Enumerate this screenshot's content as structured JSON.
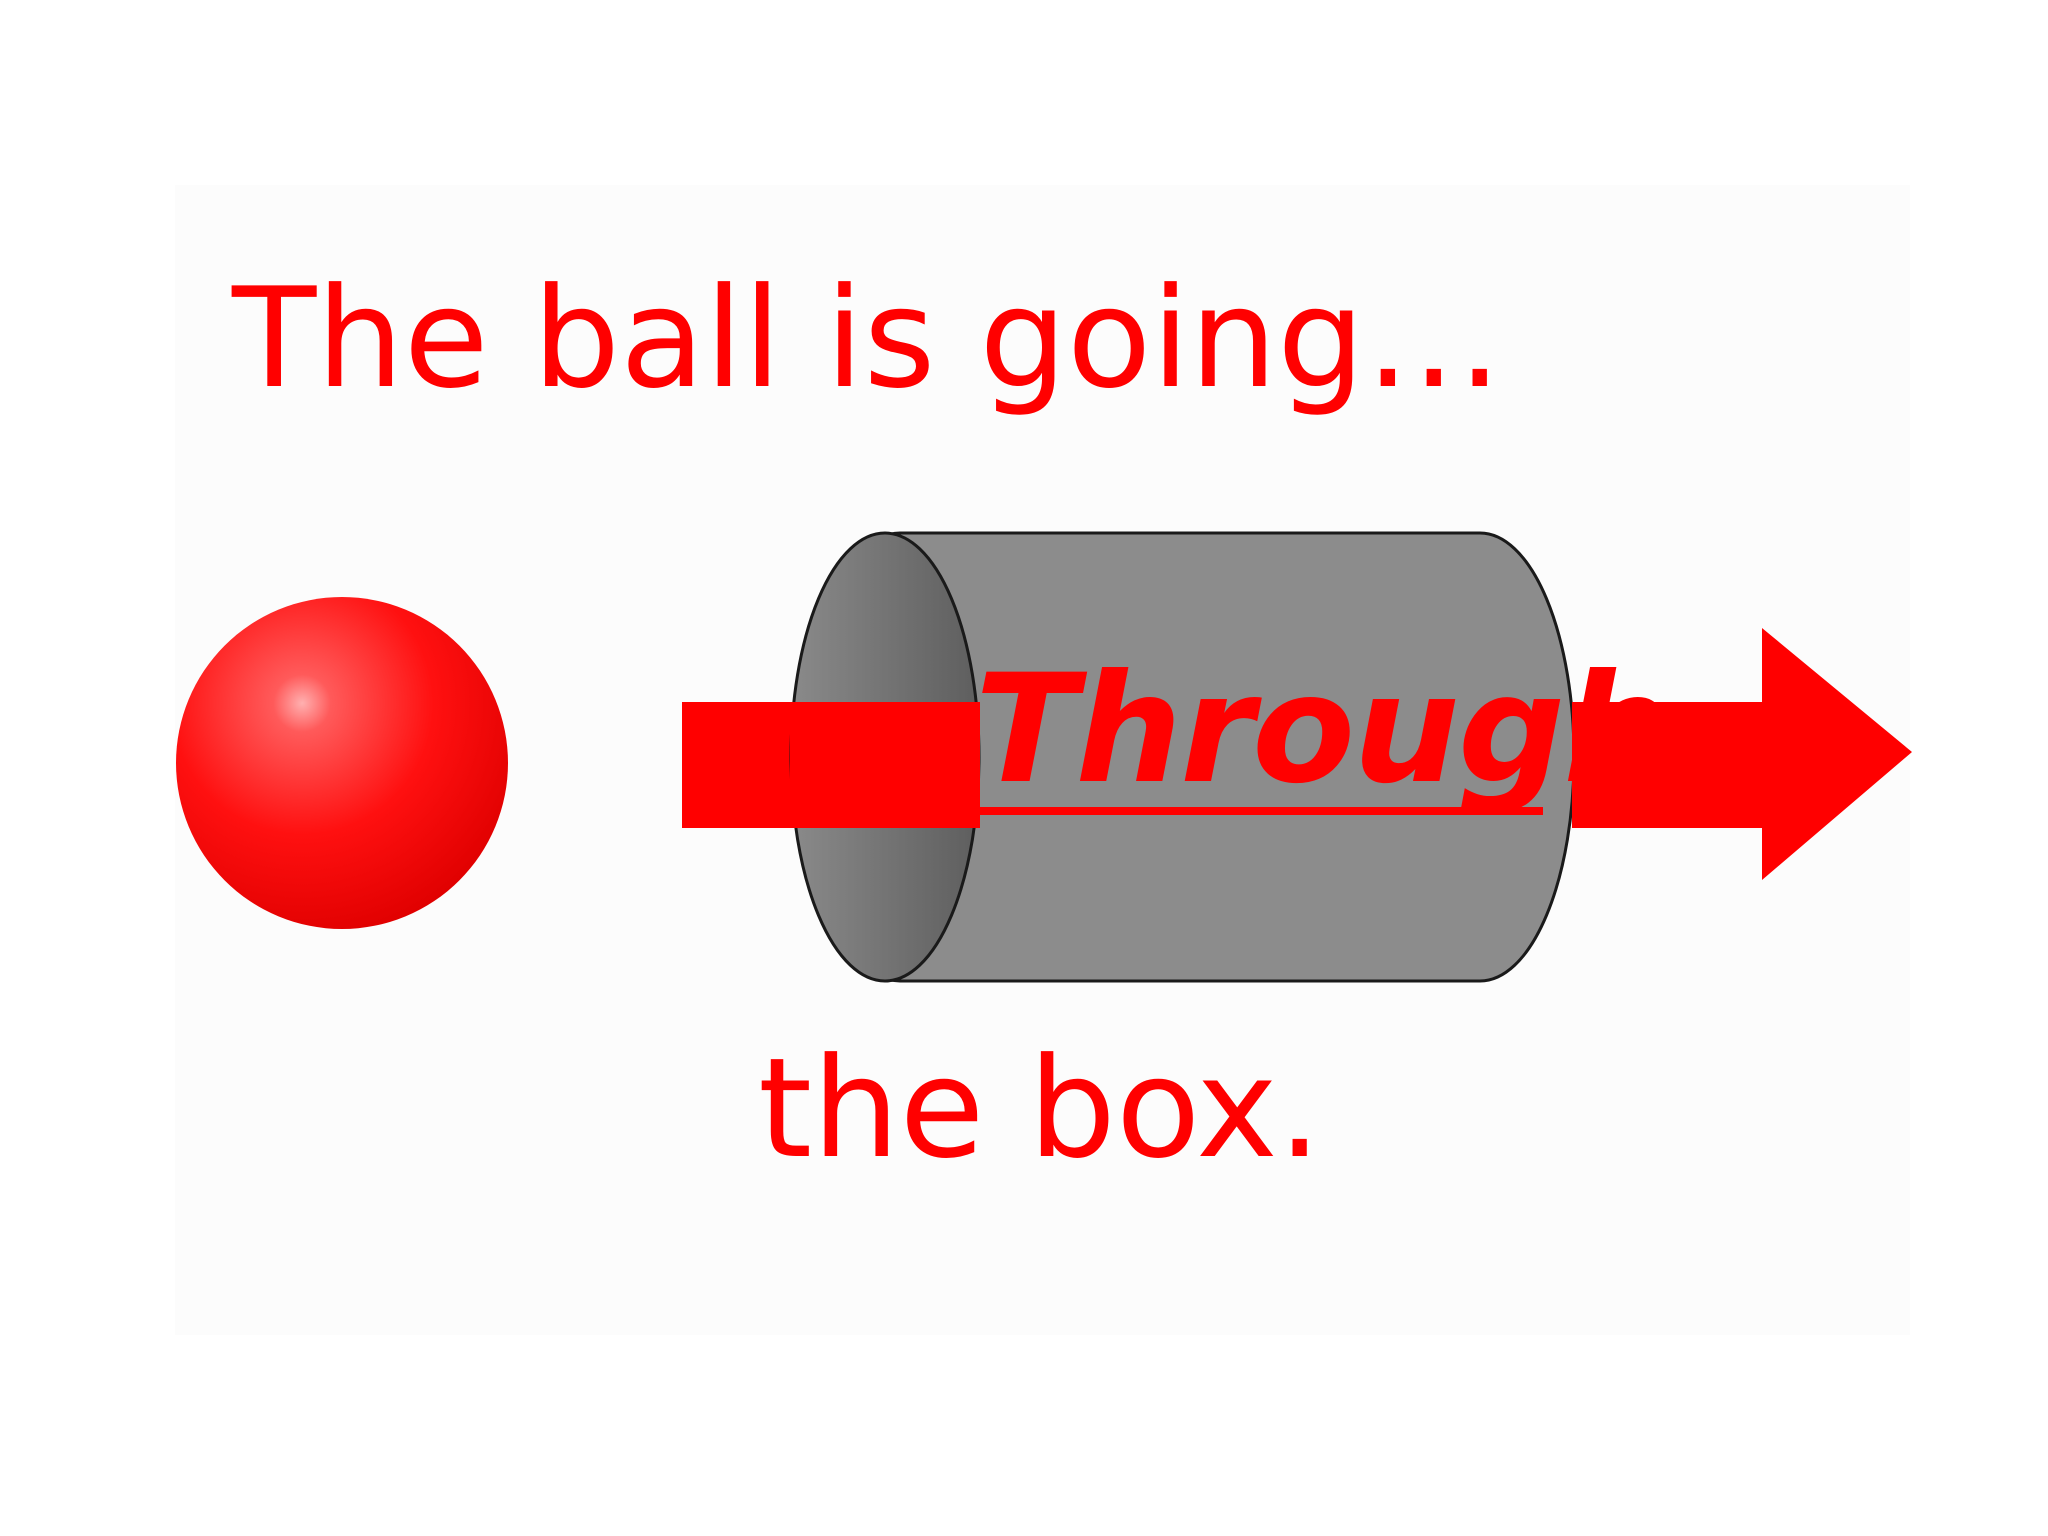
{
  "text": {
    "top_line": "The ball is going…",
    "keyword": "Through",
    "bottom_line": "the box."
  },
  "colors": {
    "text": "#ff0000",
    "ball": "#ff0000",
    "arrow": "#ff0000",
    "box_body": "#8c8c8c",
    "box_opening": "#6e6e6e",
    "outline": "#1a1a1a"
  }
}
